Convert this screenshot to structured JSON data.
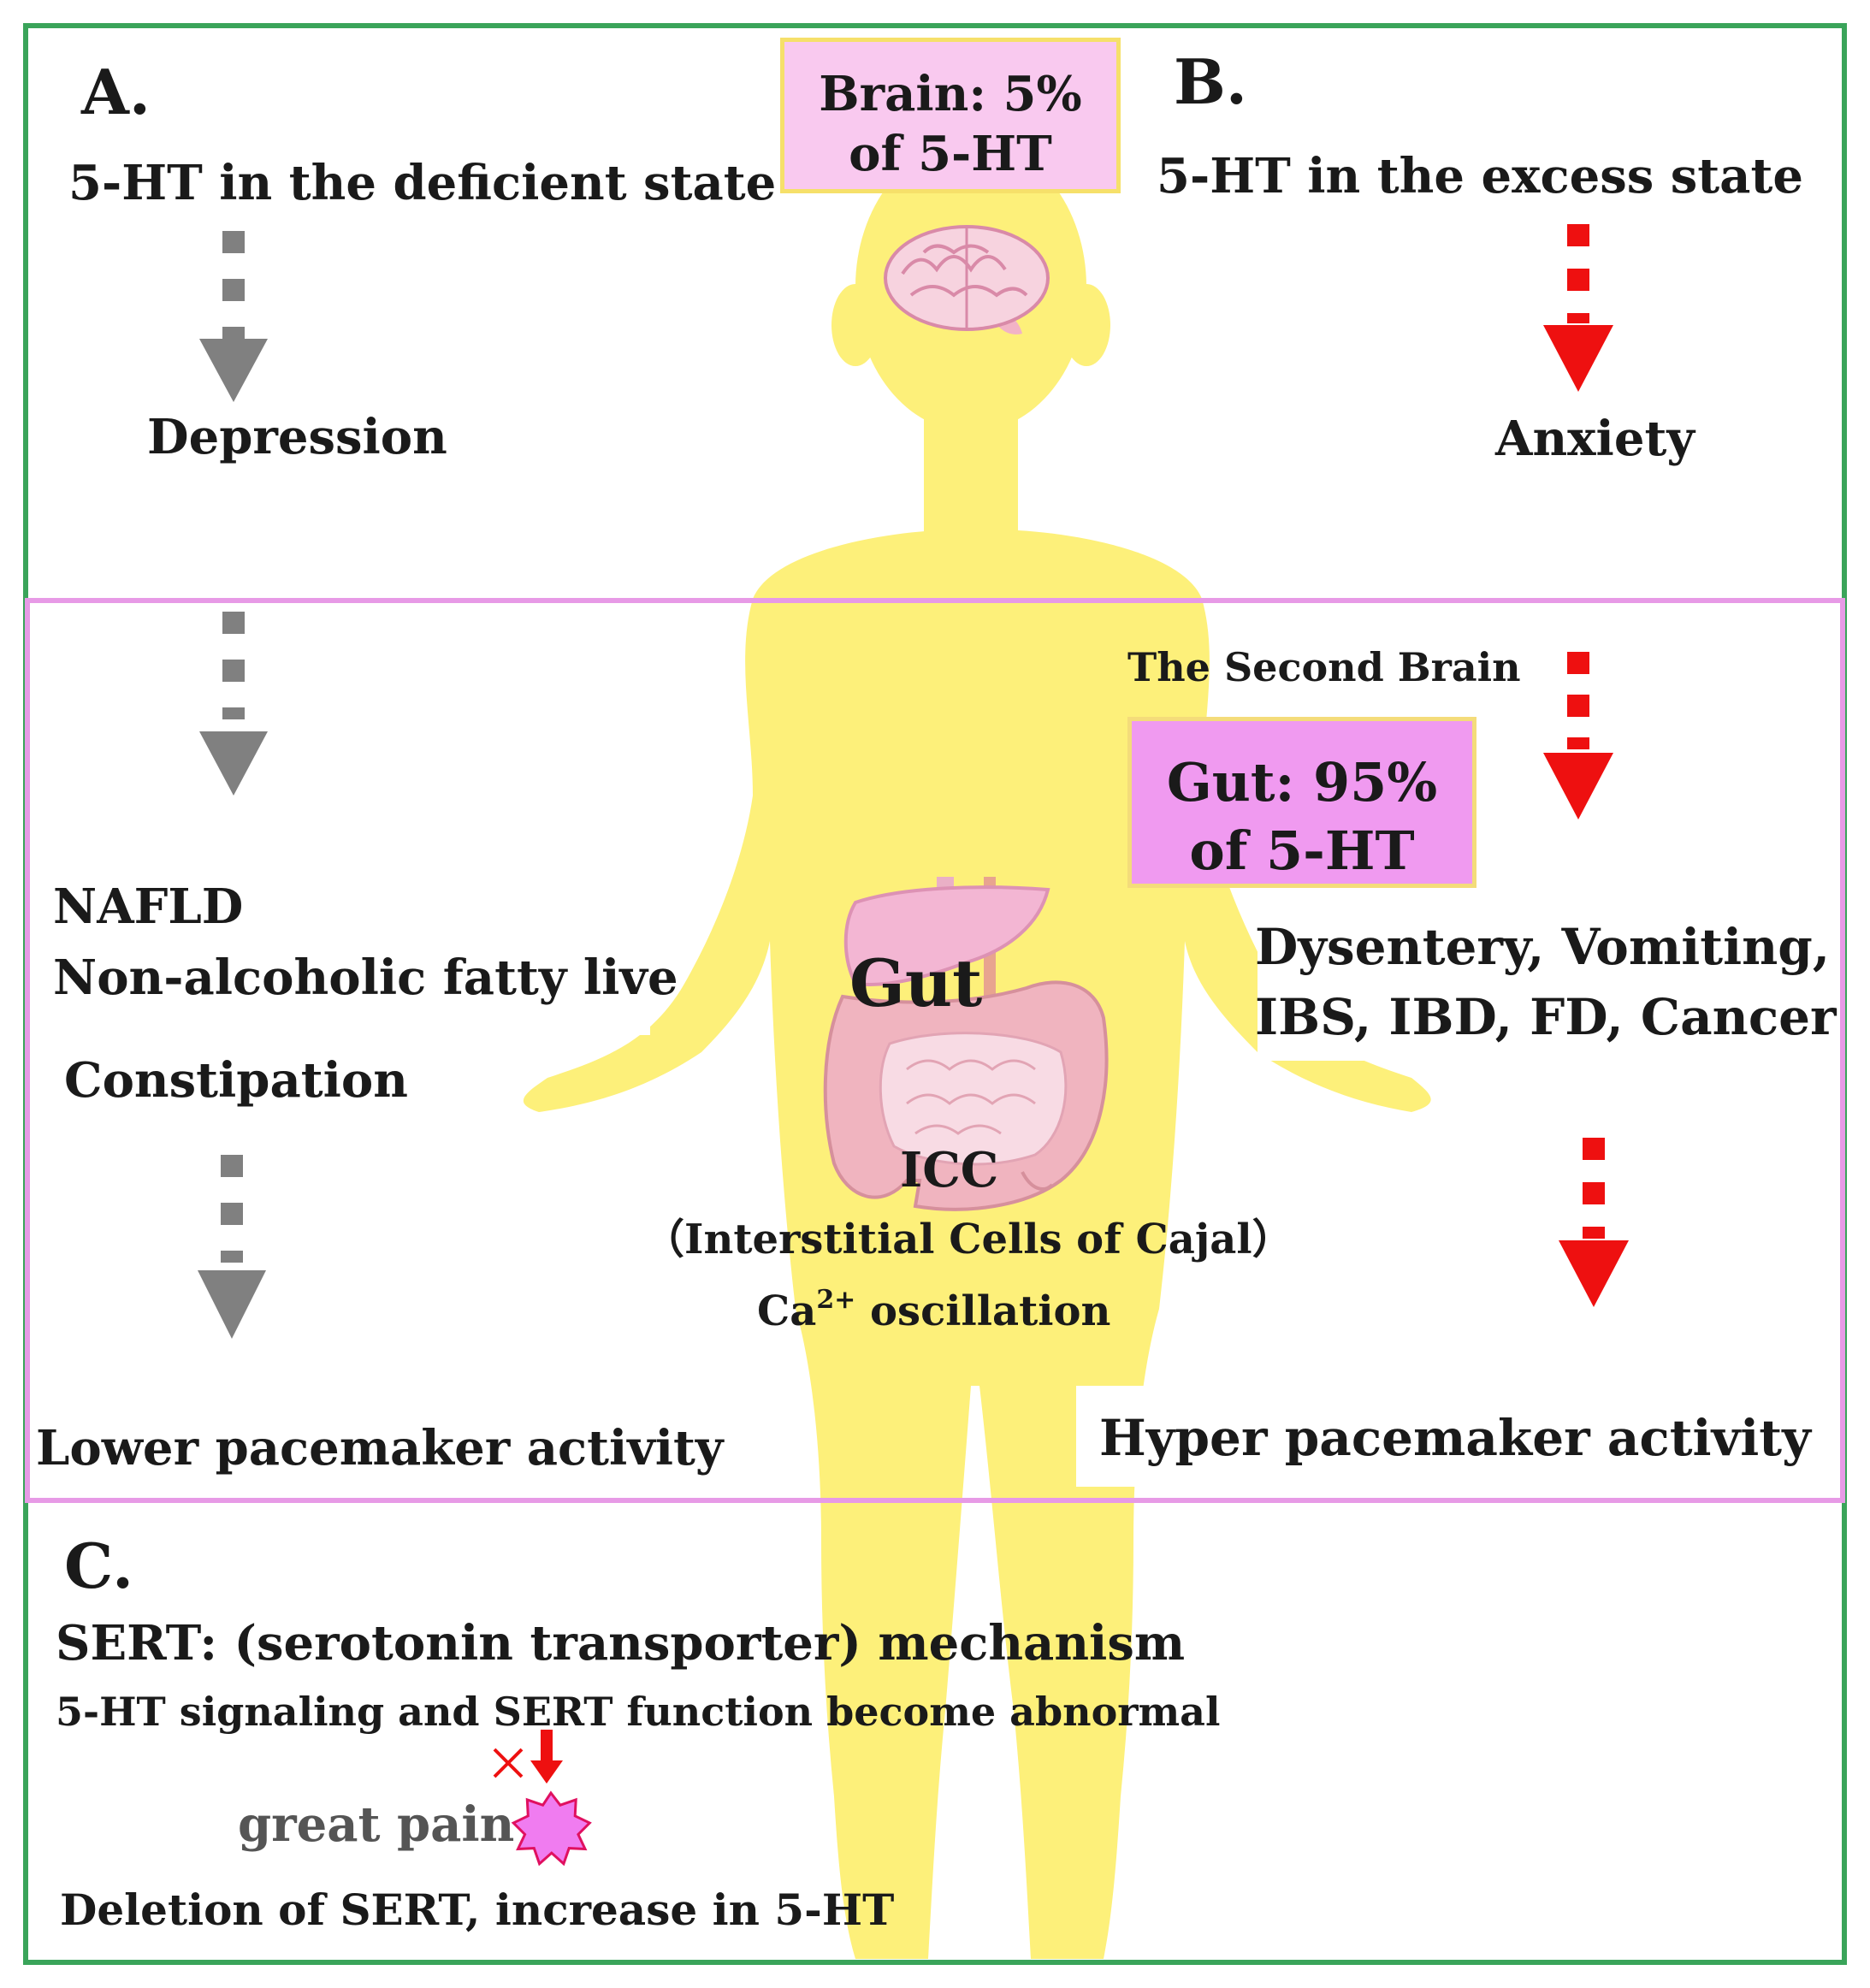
{
  "colors": {
    "outer_border": "#3aa45a",
    "band_border": "#e79ae6",
    "body": "#fdf07a",
    "brain_box": "#f9c9ef",
    "brain_box_border": "#f6e06a",
    "gut_box": "#f09af0",
    "gut_box_border": "#f4dc7a",
    "arrow_gray": "#808080",
    "arrow_red": "#ee1010",
    "organ_pink": "#f2b3c6",
    "burst": "#f07cf0"
  },
  "panel_a": {
    "label": "A.",
    "heading": "5-HT in the deficient state",
    "depression": "Depression",
    "nafld": "NAFLD",
    "nafld_full": "Non-alcoholic fatty live",
    "constipation": "Constipation",
    "lower_pacemaker": "Lower pacemaker activity"
  },
  "panel_b": {
    "label": "B.",
    "heading": "5-HT in the excess state",
    "anxiety": "Anxiety",
    "second_brain": "The Second Brain",
    "disorders_line1": "Dysentery, Vomiting,",
    "disorders_line2": "IBS, IBD, FD, Cancer",
    "hyper_pacemaker": "Hyper pacemaker activity"
  },
  "brain_box": {
    "line1": "Brain: 5%",
    "line2": "of 5-HT"
  },
  "gut_box": {
    "line1": "Gut: 95%",
    "line2": "of 5-HT"
  },
  "center": {
    "gut_label": "Gut",
    "icc": "ICC",
    "icc_full": "（Interstitial Cells of Cajal）",
    "ca_prefix": "Ca",
    "ca_sup": "2+",
    "ca_suffix": " oscillation"
  },
  "panel_c": {
    "label": "C.",
    "sert": "SERT: (serotonin transporter) mechanism",
    "signaling": "5-HT signaling and SERT function become abnormal",
    "pain": "great pain",
    "deletion": "Deletion of SERT, increase in 5-HT"
  }
}
